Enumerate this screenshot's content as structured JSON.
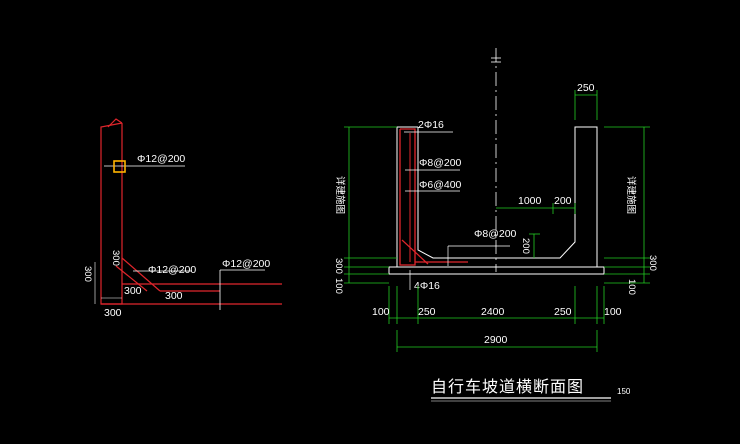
{
  "colors": {
    "background": "#000000",
    "rebar": "#e0262c",
    "concrete": "#ffffff",
    "dimension": "#22cc22",
    "leader": "#ffffff",
    "label_text": "#ffffff",
    "selection": "#ffb400"
  },
  "detail_left": {
    "rebar_top_label": "Φ12@200",
    "rebar_mid_label": "Φ12@200",
    "rebar_right_label": "Φ12@200",
    "dim_vertical": "300",
    "dim_vertical_left": "300",
    "dim_haunch_a": "300",
    "dim_haunch_b": "300",
    "dim_bottom": "300"
  },
  "section": {
    "label_top_bars": "2Φ16",
    "label_wall_bars_a": "Φ8@200",
    "label_wall_bars_b": "Φ6@400",
    "label_slab_bars": "Φ8@200",
    "label_bottom_bars": "4Φ16",
    "dim_wall_thickness": "250",
    "dim_inner_1000": "1000",
    "dim_inner_200_h": "200",
    "dim_inner_200_v": "200",
    "side_label_left": "详建施图",
    "side_label_right": "详建施图",
    "dim_left_300": "300",
    "dim_left_100": "100",
    "dim_right_300": "300",
    "dim_right_100": "100",
    "dim_bottom_segments": [
      "100",
      "250",
      "2400",
      "250",
      "100"
    ],
    "dim_total": "2900"
  },
  "title": {
    "text": "自行车坡道横断面图",
    "scale": "150"
  }
}
